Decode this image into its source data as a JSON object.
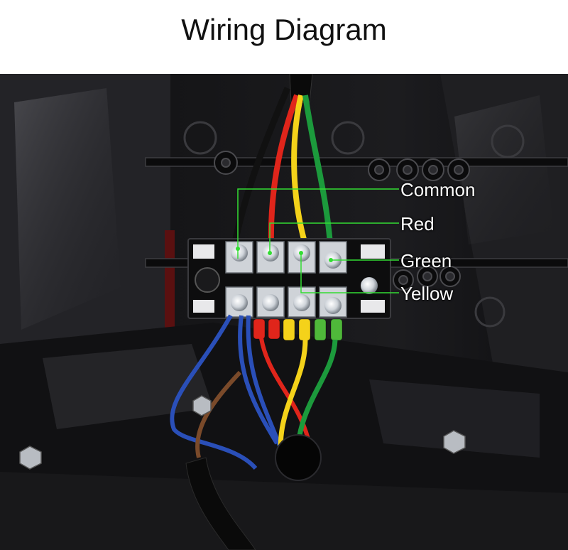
{
  "title": "Wiring Diagram",
  "callouts": [
    {
      "label": "Common"
    },
    {
      "label": "Red"
    },
    {
      "label": "Green"
    },
    {
      "label": "Yellow"
    }
  ],
  "colors": {
    "leader_line": "#33dd33",
    "wire_red": "#e0251b",
    "wire_yellow": "#f4d21a",
    "wire_green": "#1c9a3c",
    "wire_blue": "#2a4fb8",
    "wire_brown": "#7a4a2a",
    "background": "#1a1a1c"
  }
}
